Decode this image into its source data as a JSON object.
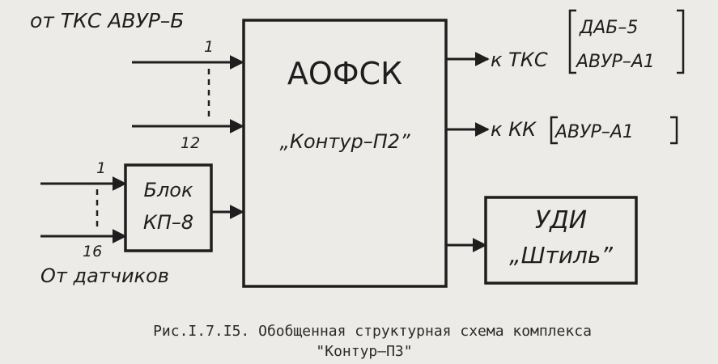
{
  "top_source_label": "от ТКС АВУР–Б",
  "bottom_source_label": "От датчиков",
  "input_top_first": "1",
  "input_top_last": "12",
  "input_bottom_first": "1",
  "input_bottom_last": "16",
  "main_block": {
    "title": "АОФСК",
    "subtitle": "„Контур–П2”"
  },
  "kp_block": {
    "line1": "Блок",
    "line2": "КП–8"
  },
  "udi_block": {
    "line1": "УДИ",
    "line2": "„Штиль”"
  },
  "outputs": {
    "tks_prefix": "к ТКС",
    "tks_item1": "ДАБ–5",
    "tks_item2": "АВУР–А1",
    "kk_prefix": "к КК",
    "kk_item": "АВУР–А1"
  },
  "caption": {
    "line1": "Рис.I.7.I5. Обобщенная структурная схема комплекса",
    "line2": "\"Контур–ПЗ\""
  }
}
